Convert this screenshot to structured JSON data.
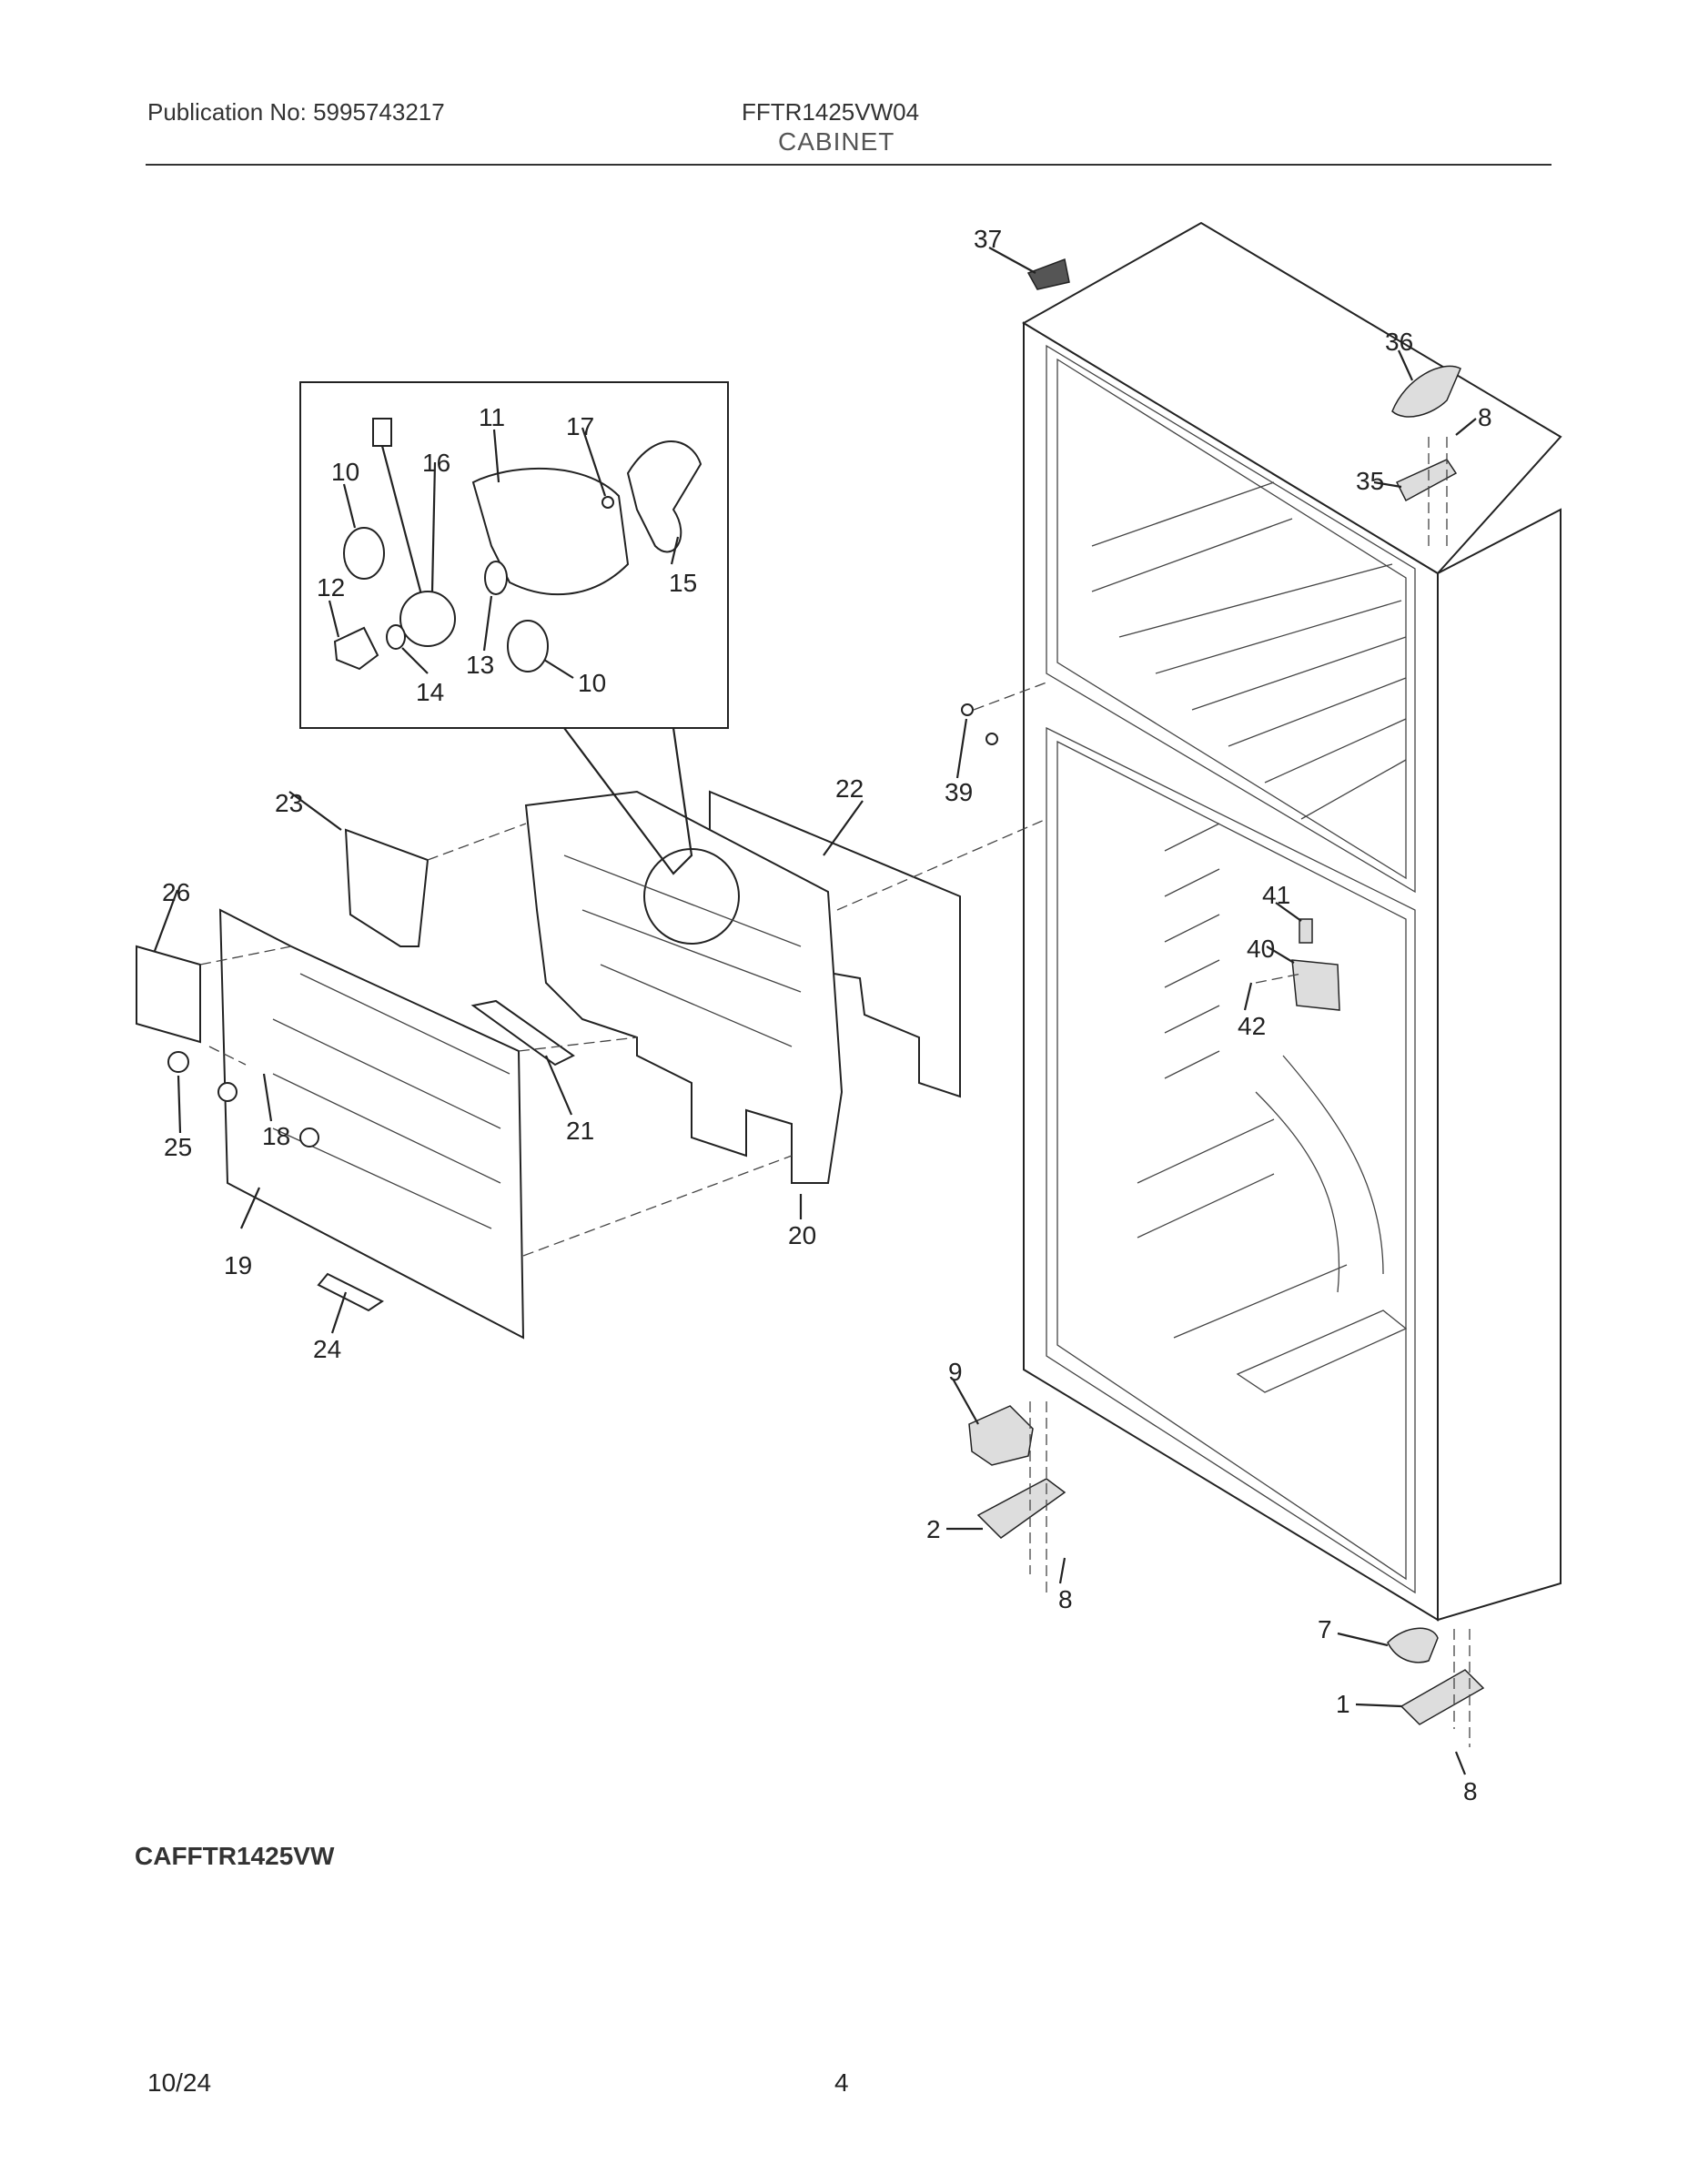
{
  "header": {
    "publication": "Publication No: 5995743217",
    "model": "FFTR1425VW04",
    "section": "CABINET"
  },
  "diagram_code": "CAFFTR1425VW",
  "footer": {
    "date": "10/24",
    "page": "4"
  },
  "callouts": {
    "c1": "1",
    "c2": "2",
    "c7": "7",
    "c8a": "8",
    "c8b": "8",
    "c8c": "8",
    "c9": "9",
    "c10a": "10",
    "c10b": "10",
    "c11": "11",
    "c12": "12",
    "c13": "13",
    "c14": "14",
    "c15": "15",
    "c16": "16",
    "c17": "17",
    "c18": "18",
    "c19": "19",
    "c20": "20",
    "c21": "21",
    "c22": "22",
    "c23": "23",
    "c24": "24",
    "c25": "25",
    "c26": "26",
    "c35": "35",
    "c36": "36",
    "c37": "37",
    "c39": "39",
    "c40": "40",
    "c41": "41",
    "c42": "42"
  }
}
